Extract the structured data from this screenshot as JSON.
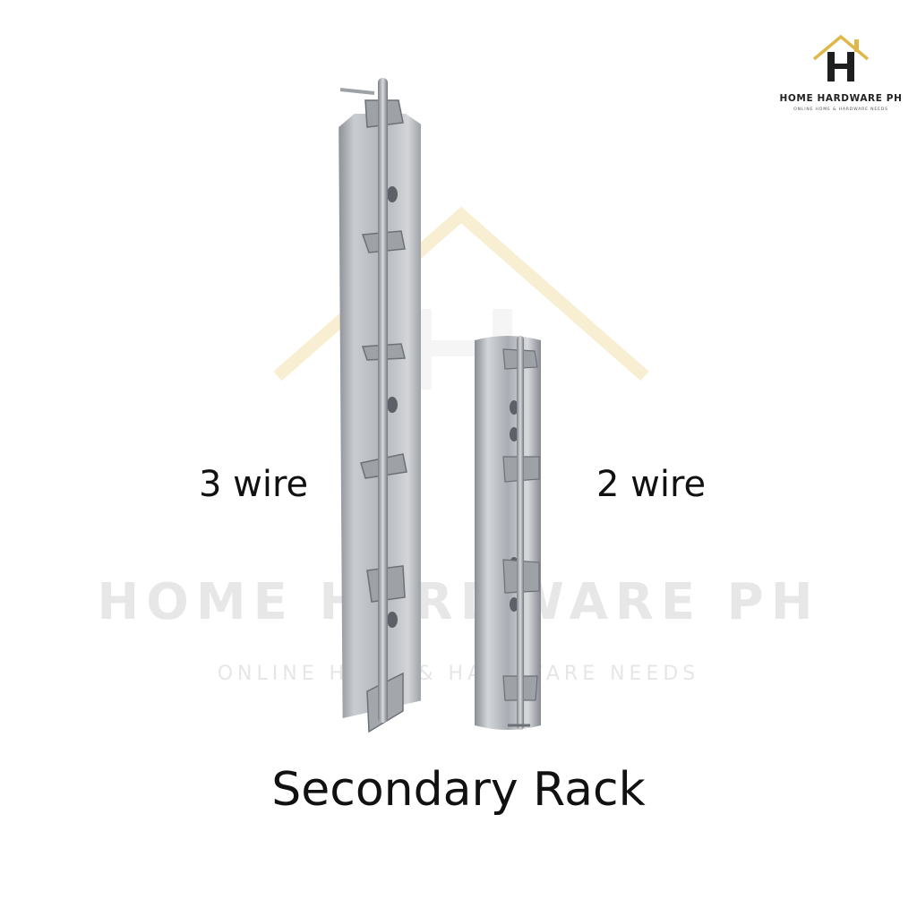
{
  "brand": {
    "name": "HOME HARDWARE PH",
    "tagline": "ONLINE HOME & HARDWARE NEEDS",
    "monogram": "H",
    "accent_color": "#e0b84a"
  },
  "watermark": {
    "title": "HOME HARDWARE PH",
    "subtitle": "ONLINE HOME & HARDWARE NEEDS"
  },
  "products": [
    {
      "label": "3 wire",
      "image": "tall-galvanized-3-wire-secondary-rack"
    },
    {
      "label": "2 wire",
      "image": "short-galvanized-2-wire-secondary-rack"
    }
  ],
  "caption": "Secondary Rack"
}
